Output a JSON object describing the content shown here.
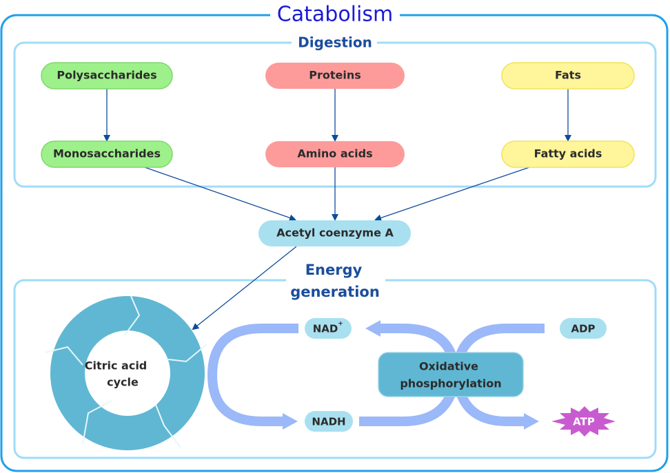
{
  "title": "Catabolism",
  "sections": {
    "digestion": {
      "label": "Digestion"
    },
    "energy": {
      "label_line1": "Energy",
      "label_line2": "generation"
    }
  },
  "nodes": {
    "polysaccharides": "Polysaccharides",
    "proteins": "Proteins",
    "fats": "Fats",
    "monosaccharides": "Monosaccharides",
    "amino_acids": "Amino acids",
    "fatty_acids": "Fatty acids",
    "acetyl_coa": "Acetyl coenzyme A",
    "citric_line1": "Citric acid",
    "citric_line2": "cycle",
    "nad_plus": "NAD",
    "nad_plus_sup": "+",
    "nadh": "NADH",
    "adp": "ADP",
    "atp": "ATP",
    "oxphos_line1": "Oxidative",
    "oxphos_line2": "phosphorylation"
  },
  "colors": {
    "outer_border": "#1fa0e8",
    "inner_border": "#9fdcf8",
    "title": "#1a1ad6",
    "section_title": "#1b4d9c",
    "carb_fill": "#9ef08a",
    "carb_stroke": "#7fd86a",
    "protein_fill": "#fd9b9b",
    "fat_fill": "#fff59a",
    "fat_stroke": "#f0e35a",
    "light_blue": "#a8e0f0",
    "cycle": "#60b7d3",
    "flow_arrow": "#9bb8f8",
    "connector": "#0d4b9a",
    "atp": "#c95bd0"
  }
}
